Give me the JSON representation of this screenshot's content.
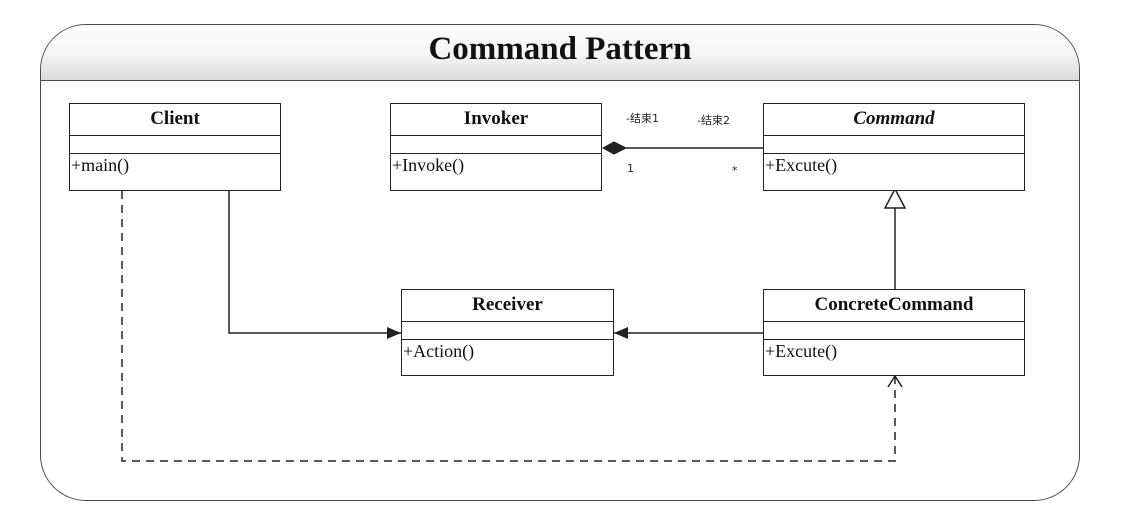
{
  "title": "Command Pattern",
  "classes": {
    "client": {
      "name": "Client",
      "operations": [
        "+main()"
      ]
    },
    "invoker": {
      "name": "Invoker",
      "operations": [
        "+Invoke()"
      ]
    },
    "command": {
      "name": "Command",
      "abstract": true,
      "operations": [
        "+Excute()"
      ]
    },
    "receiver": {
      "name": "Receiver",
      "operations": [
        "+Action()"
      ]
    },
    "concrete_command": {
      "name": "ConcreteCommand",
      "operations": [
        "+Excute()"
      ]
    }
  },
  "relationships": {
    "invoker_command": {
      "type": "composition",
      "end1_role": "-结束1",
      "end2_role": "-结束2",
      "end1_multiplicity": "1",
      "end2_multiplicity": "*"
    },
    "concrete_command_command": {
      "type": "generalization"
    },
    "client_receiver": {
      "type": "association"
    },
    "concrete_command_receiver": {
      "type": "association"
    },
    "client_concrete_command": {
      "type": "dependency"
    }
  },
  "colors": {
    "line": "#222222",
    "frame_border": "#4a4a4a",
    "header_gradient_top": "#fdfdfd",
    "header_gradient_bottom": "#dcdcdc"
  }
}
